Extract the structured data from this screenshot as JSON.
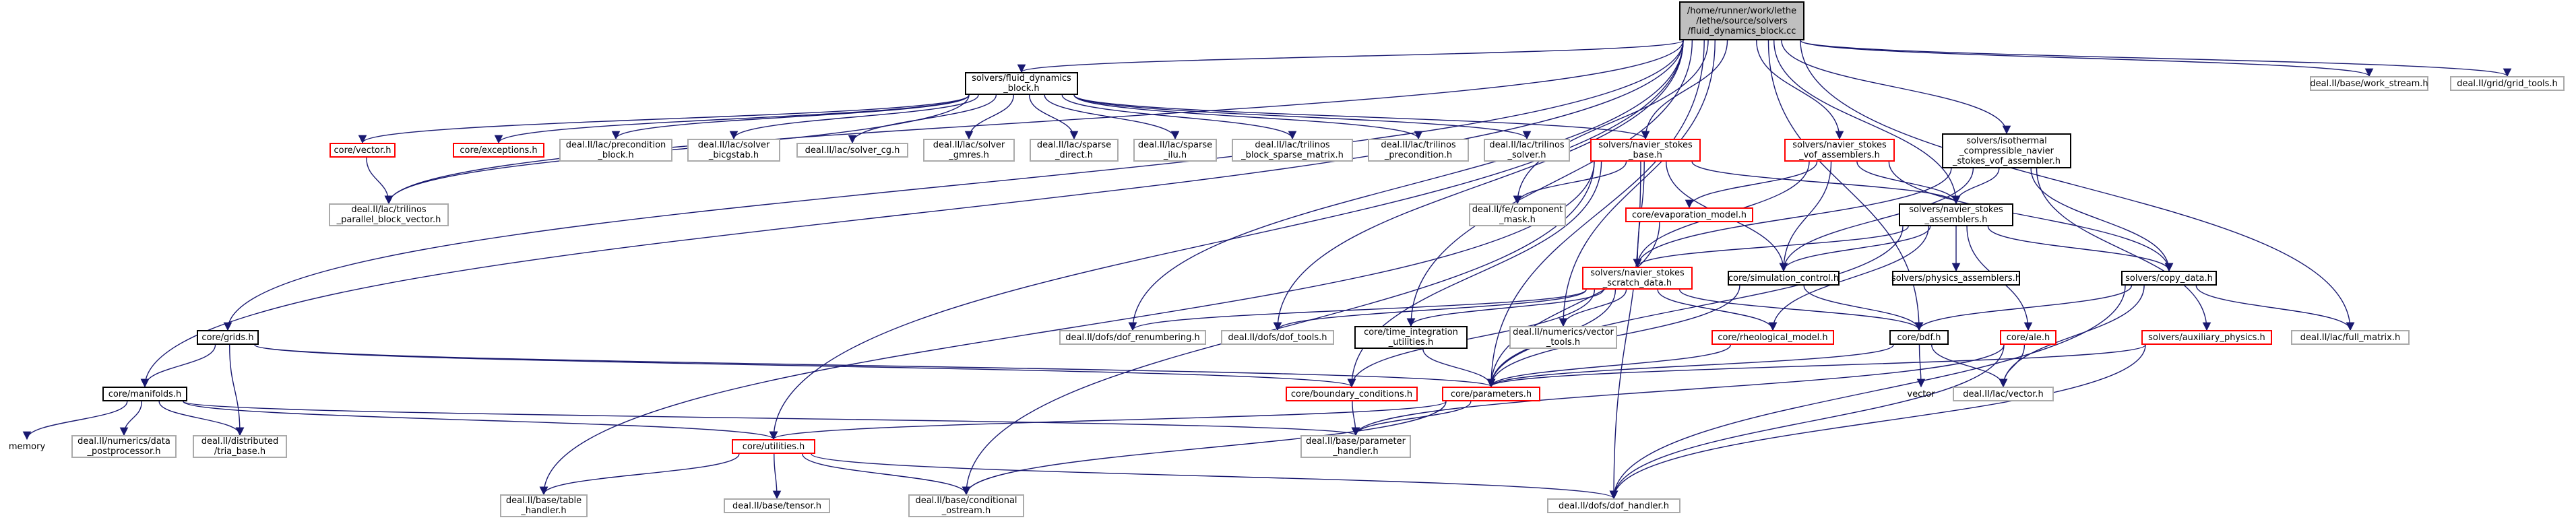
{
  "colors": {
    "edge": "#191970",
    "root_fill": "#bfbfbf",
    "node_border_gray": "#999999",
    "node_border_red": "#ff0000",
    "node_border_black": "#000000"
  },
  "nodes": {
    "root": "/home/runner/work/lethe\n/lethe/source/solvers\n/fluid_dynamics_block.cc",
    "fluid_block": "solvers/fluid_dynamics\n_block.h",
    "work_stream": "deal.II/base/work_stream.h",
    "grid_tools": "deal.II/grid/grid_tools.h",
    "core_vector": "core/vector.h",
    "core_exceptions": "core/exceptions.h",
    "lac_precondition_block": "deal.II/lac/precondition\n_block.h",
    "lac_solver_bicgstab": "deal.II/lac/solver\n_bicgstab.h",
    "lac_solver_cg": "deal.II/lac/solver_cg.h",
    "lac_solver_gmres": "deal.II/lac/solver\n_gmres.h",
    "lac_sparse_direct": "deal.II/lac/sparse\n_direct.h",
    "lac_sparse_ilu": "deal.II/lac/sparse\n_ilu.h",
    "lac_trilinos_block_sparse": "deal.II/lac/trilinos\n_block_sparse_matrix.h",
    "lac_trilinos_precondition": "deal.II/lac/trilinos\n_precondition.h",
    "lac_trilinos_solver": "deal.II/lac/trilinos\n_solver.h",
    "navier_stokes_base": "solvers/navier_stokes\n_base.h",
    "vof_assemblers": "solvers/navier_stokes\n_vof_assemblers.h",
    "isothermal": "solvers/isothermal\n_compressible_navier\n_stokes_vof_assembler.h",
    "trilinos_parallel_block_vector": "deal.II/lac/trilinos\n_parallel_block_vector.h",
    "fe_component_mask": "deal.II/fe/component\n_mask.h",
    "evaporation_model": "core/evaporation_model.h",
    "ns_assemblers": "solvers/navier_stokes\n_assemblers.h",
    "scratch_data": "solvers/navier_stokes\n_scratch_data.h",
    "simulation_control": "core/simulation_control.h",
    "physics_assemblers": "solvers/physics_assemblers.h",
    "copy_data": "solvers/copy_data.h",
    "core_grids": "core/grids.h",
    "dof_renumbering": "deal.II/dofs/dof_renumbering.h",
    "dof_tools": "deal.II/dofs/dof_tools.h",
    "time_integration": "core/time_integration\n_utilities.h",
    "numerics_vector_tools": "deal.II/numerics/vector\n_tools.h",
    "rheological_model": "core/rheological_model.h",
    "core_bdf": "core/bdf.h",
    "core_ale": "core/ale.h",
    "auxiliary_physics": "solvers/auxiliary_physics.h",
    "lac_full_matrix": "deal.II/lac/full_matrix.h",
    "core_manifolds": "core/manifolds.h",
    "boundary_conditions": "core/boundary_conditions.h",
    "core_parameters": "core/parameters.h",
    "std_vector": "vector",
    "lac_vector": "deal.II/lac/vector.h",
    "std_memory": "memory",
    "numerics_data_postprocessor": "deal.II/numerics/data\n_postprocessor.h",
    "distributed_tria_base": "deal.II/distributed\n/tria_base.h",
    "parameter_handler": "deal.II/base/parameter\n_handler.h",
    "core_utilities": "core/utilities.h",
    "table_handler": "deal.II/base/table\n_handler.h",
    "base_tensor": "deal.II/base/tensor.h",
    "conditional_ostream": "deal.II/base/conditional\n_ostream.h",
    "dof_handler": "deal.II/dofs/dof_handler.h"
  }
}
